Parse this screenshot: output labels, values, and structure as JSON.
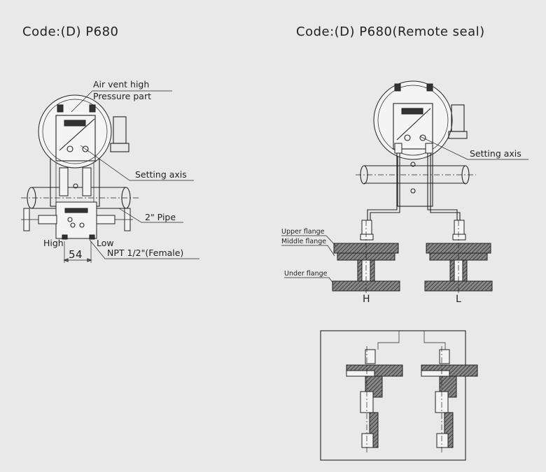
{
  "left": {
    "title": "Code:(D) P680",
    "labels": {
      "air_vent": "Air vent high",
      "pressure_part": "Pressure part",
      "setting_axis": "Setting axis",
      "pipe": "2\" Pipe",
      "high": "High",
      "low": "Low",
      "dimension": "54",
      "npt": "NPT 1/2\"(Female)"
    }
  },
  "right": {
    "title": "Code:(D) P680(Remote seal)",
    "labels": {
      "setting_axis": "Setting axis",
      "upper_flange": "Upper flange",
      "middle_flange": "Middle flange",
      "under_flange": "Under flange",
      "h": "H",
      "l": "L"
    }
  }
}
